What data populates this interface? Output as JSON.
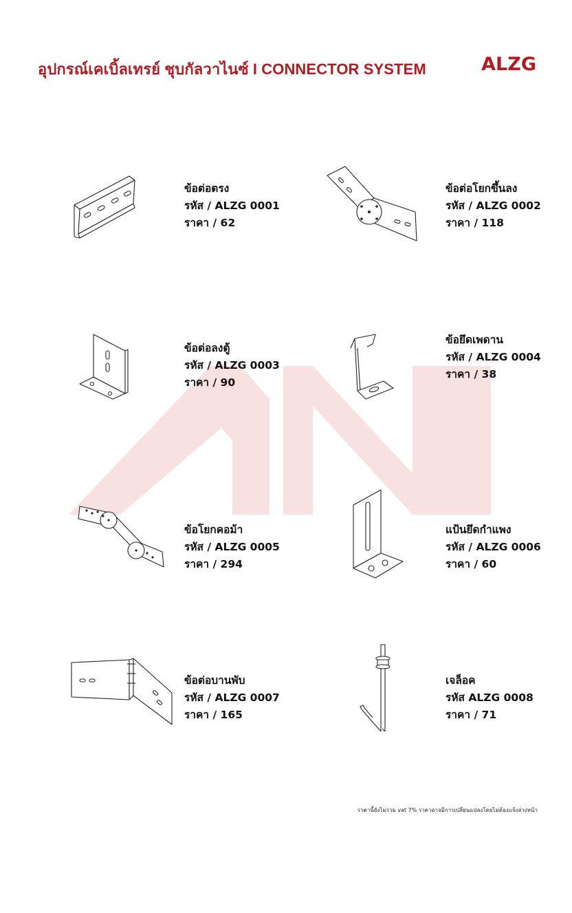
{
  "header": {
    "title": "อุปกรณ์เคเบิ้ลเทรย์ ชุบกัลวาไนซ์ I CONNECTOR SYSTEM",
    "brand": "ALZG"
  },
  "colors": {
    "accent": "#b01c22",
    "watermark": "#f8e1e1"
  },
  "products": [
    {
      "name": "ข้อต่อตรง",
      "code": "รหัส / ALZG 0001",
      "price": "ราคา / 62",
      "icon": "straight-connector-icon"
    },
    {
      "name": "ข้อต่อโยกขึ้นลง",
      "code": "รหัส / ALZG 0002",
      "price": "ราคา / 118",
      "icon": "vertical-adjustable-connector-icon"
    },
    {
      "name": "ข้อต่อลงตู้",
      "code": "รหัส / ALZG 0003",
      "price": "ราคา / 90",
      "icon": "cabinet-drop-connector-icon"
    },
    {
      "name": "ข้อยึดเพดาน",
      "code": "รหัส / ALZG 0004",
      "price": "ราคา / 38",
      "icon": "ceiling-bracket-icon"
    },
    {
      "name": "ข้อโยกคอม้า",
      "code": "รหัส / ALZG 0005",
      "price": "ราคา / 294",
      "icon": "offset-connector-icon"
    },
    {
      "name": "แป้นยึดกำแพง",
      "code": "รหัส / ALZG 0006",
      "price": "ราคา / 60",
      "icon": "wall-mount-bracket-icon"
    },
    {
      "name": "ข้อต่อบานพับ",
      "code": "รหัส / ALZG 0007",
      "price": "ราคา / 165",
      "icon": "hinge-connector-icon"
    },
    {
      "name": "เจล็อค",
      "code": "รหัส ALZG 0008",
      "price": "ราคา / 71",
      "icon": "j-hook-bolt-icon"
    }
  ],
  "footer": {
    "note": "ราคานี้ยังไม่รวม vat 7%  ราคาอาจมีการเปลี่ยนแปลงโดยไม่ต้องแจ้งล่วงหน้า"
  }
}
